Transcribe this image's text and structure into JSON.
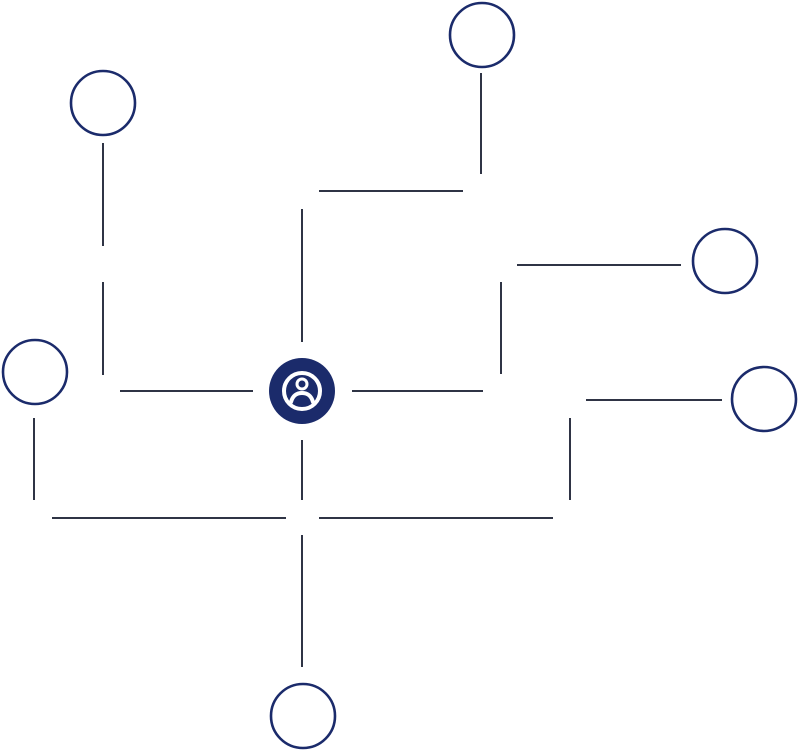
{
  "diagram": {
    "type": "network-map",
    "colors": {
      "background": "#ffffff",
      "node_stroke": "#1b2b6b",
      "center_fill": "#1b2b6b",
      "center_icon": "#ffffff",
      "connector_line": "#2f3445"
    },
    "center_node": {
      "icon": "user-icon"
    },
    "outer_nodes": [
      {
        "id": "top-left-node",
        "icon": "none"
      },
      {
        "id": "top-right-node",
        "icon": "none"
      },
      {
        "id": "right-upper-node",
        "icon": "none"
      },
      {
        "id": "right-middle-node",
        "icon": "none"
      },
      {
        "id": "left-node",
        "icon": "none"
      },
      {
        "id": "bottom-node",
        "icon": "none"
      }
    ]
  }
}
